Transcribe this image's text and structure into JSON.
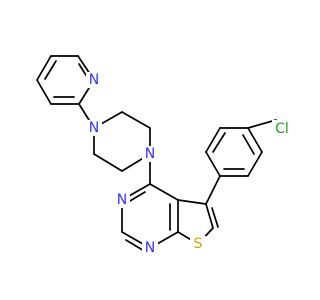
{
  "colors": {
    "background": "#ffffff",
    "bond": "#000000",
    "nitrogen": "#3333ff",
    "sulfur": "#c8a800",
    "chlorine": "#1fa01f"
  },
  "atoms": {
    "n_pyridine": "N",
    "n_piperazine_upper": "N",
    "n_piperazine_lower": "N",
    "n_pyrimidine_left": "N",
    "n_pyrimidine_bottom": "N",
    "s_thiophene": "S",
    "cl": "Cl"
  }
}
